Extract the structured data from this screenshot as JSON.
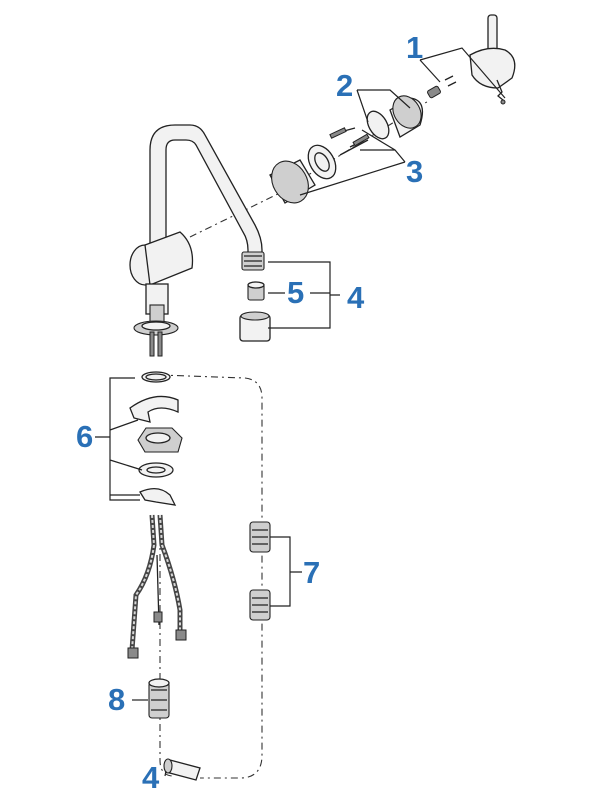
{
  "callouts": {
    "handle": "1",
    "cap_ring": "2",
    "cartridge": "3",
    "spout_end_top": "4",
    "spray_insert": "5",
    "mounting_set": "6",
    "hose_weights": "7",
    "connector": "8",
    "spout_end_bottom": "4"
  },
  "colors": {
    "callout": "#2a70b6",
    "line": "#222222"
  }
}
